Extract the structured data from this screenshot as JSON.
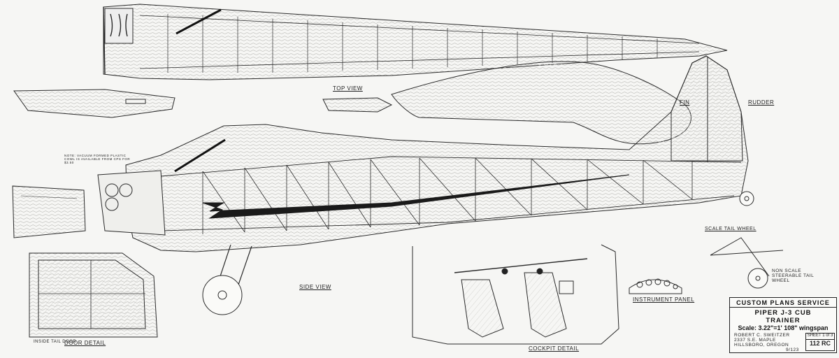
{
  "drawing": {
    "views": {
      "top_view": "TOP VIEW",
      "side_view": "SIDE VIEW",
      "door_detail": "DOOR DETAIL",
      "cockpit_detail": "COCKPIT DETAIL",
      "instrument_panel": "INSTRUMENT PANEL",
      "scale_tail_wheel": "SCALE TAIL WHEEL",
      "non_scale_tail_wheel": "NON SCALE STEERABLE TAIL WHEEL",
      "fin": "FIN",
      "rudder": "RUDDER"
    },
    "notes": {
      "cowl_note": "NOTE: VACUUM FORMED PLASTIC COWL IS AVAILABLE FROM CPS FOR $3.50",
      "inside_tail_door": "INSIDE TAIL DOOR"
    },
    "title_block": {
      "company": "CUSTOM PLANS SERVICE",
      "model": "PIPER J-3 CUB",
      "subtitle": "TRAINER",
      "scale": "Scale: 3.22\"=1'  108\" wingspan",
      "designer": "ROBERT C. SWEITZER",
      "street": "2337 S.E. MAPLE",
      "city": "HILLSBORO, OREGON",
      "date": "9/123",
      "sheet_label": "SHEET 1 of 3",
      "plan_number": "112 RC"
    },
    "colors": {
      "paper": "#f6f6f4",
      "ink": "#2a2a2a",
      "balsa_hatch": "#c9c9c6",
      "black_stripe": "#1a1a1a"
    }
  }
}
